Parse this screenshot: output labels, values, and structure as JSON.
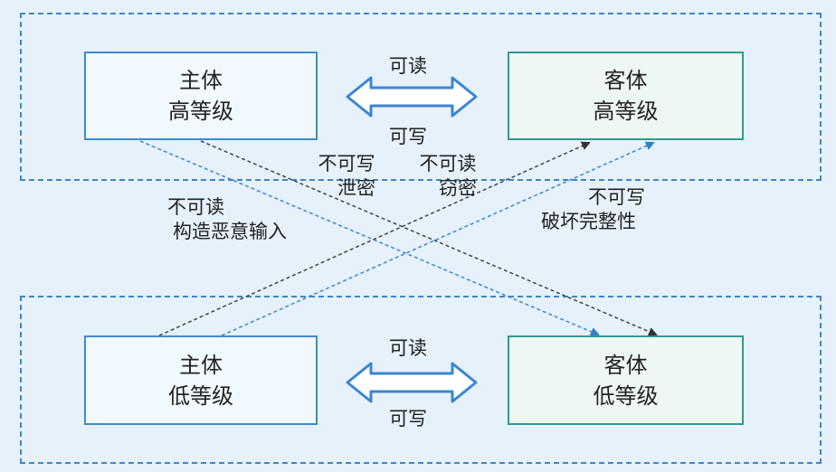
{
  "boxes": {
    "subject_high": {
      "line1": "主体",
      "line2": "高等级"
    },
    "object_high": {
      "line1": "客体",
      "line2": "高等级"
    },
    "subject_low": {
      "line1": "主体",
      "line2": "低等级"
    },
    "object_low": {
      "line1": "客体",
      "line2": "低等级"
    }
  },
  "arrows": {
    "high": {
      "top": "可读",
      "bottom": "可写"
    },
    "low": {
      "top": "可读",
      "bottom": "可写"
    }
  },
  "cross_labels": {
    "no_write_leak": {
      "line1": "不可写",
      "line2": "泄密"
    },
    "no_read_steal": {
      "line1": "不可读",
      "line2": "窃密"
    },
    "no_read_input": {
      "line1": "不可读",
      "line2": "构造恶意输入"
    },
    "no_write_integrity": {
      "line1": "不可写",
      "line2": "破坏完整性"
    }
  },
  "colors": {
    "background": "#e6f1fb",
    "zone_border": "#3f86c6",
    "subject_border": "#3d8ccc",
    "object_border": "#2f9a8e",
    "blue_line": "#3b86d0",
    "dark_line": "#444444"
  }
}
